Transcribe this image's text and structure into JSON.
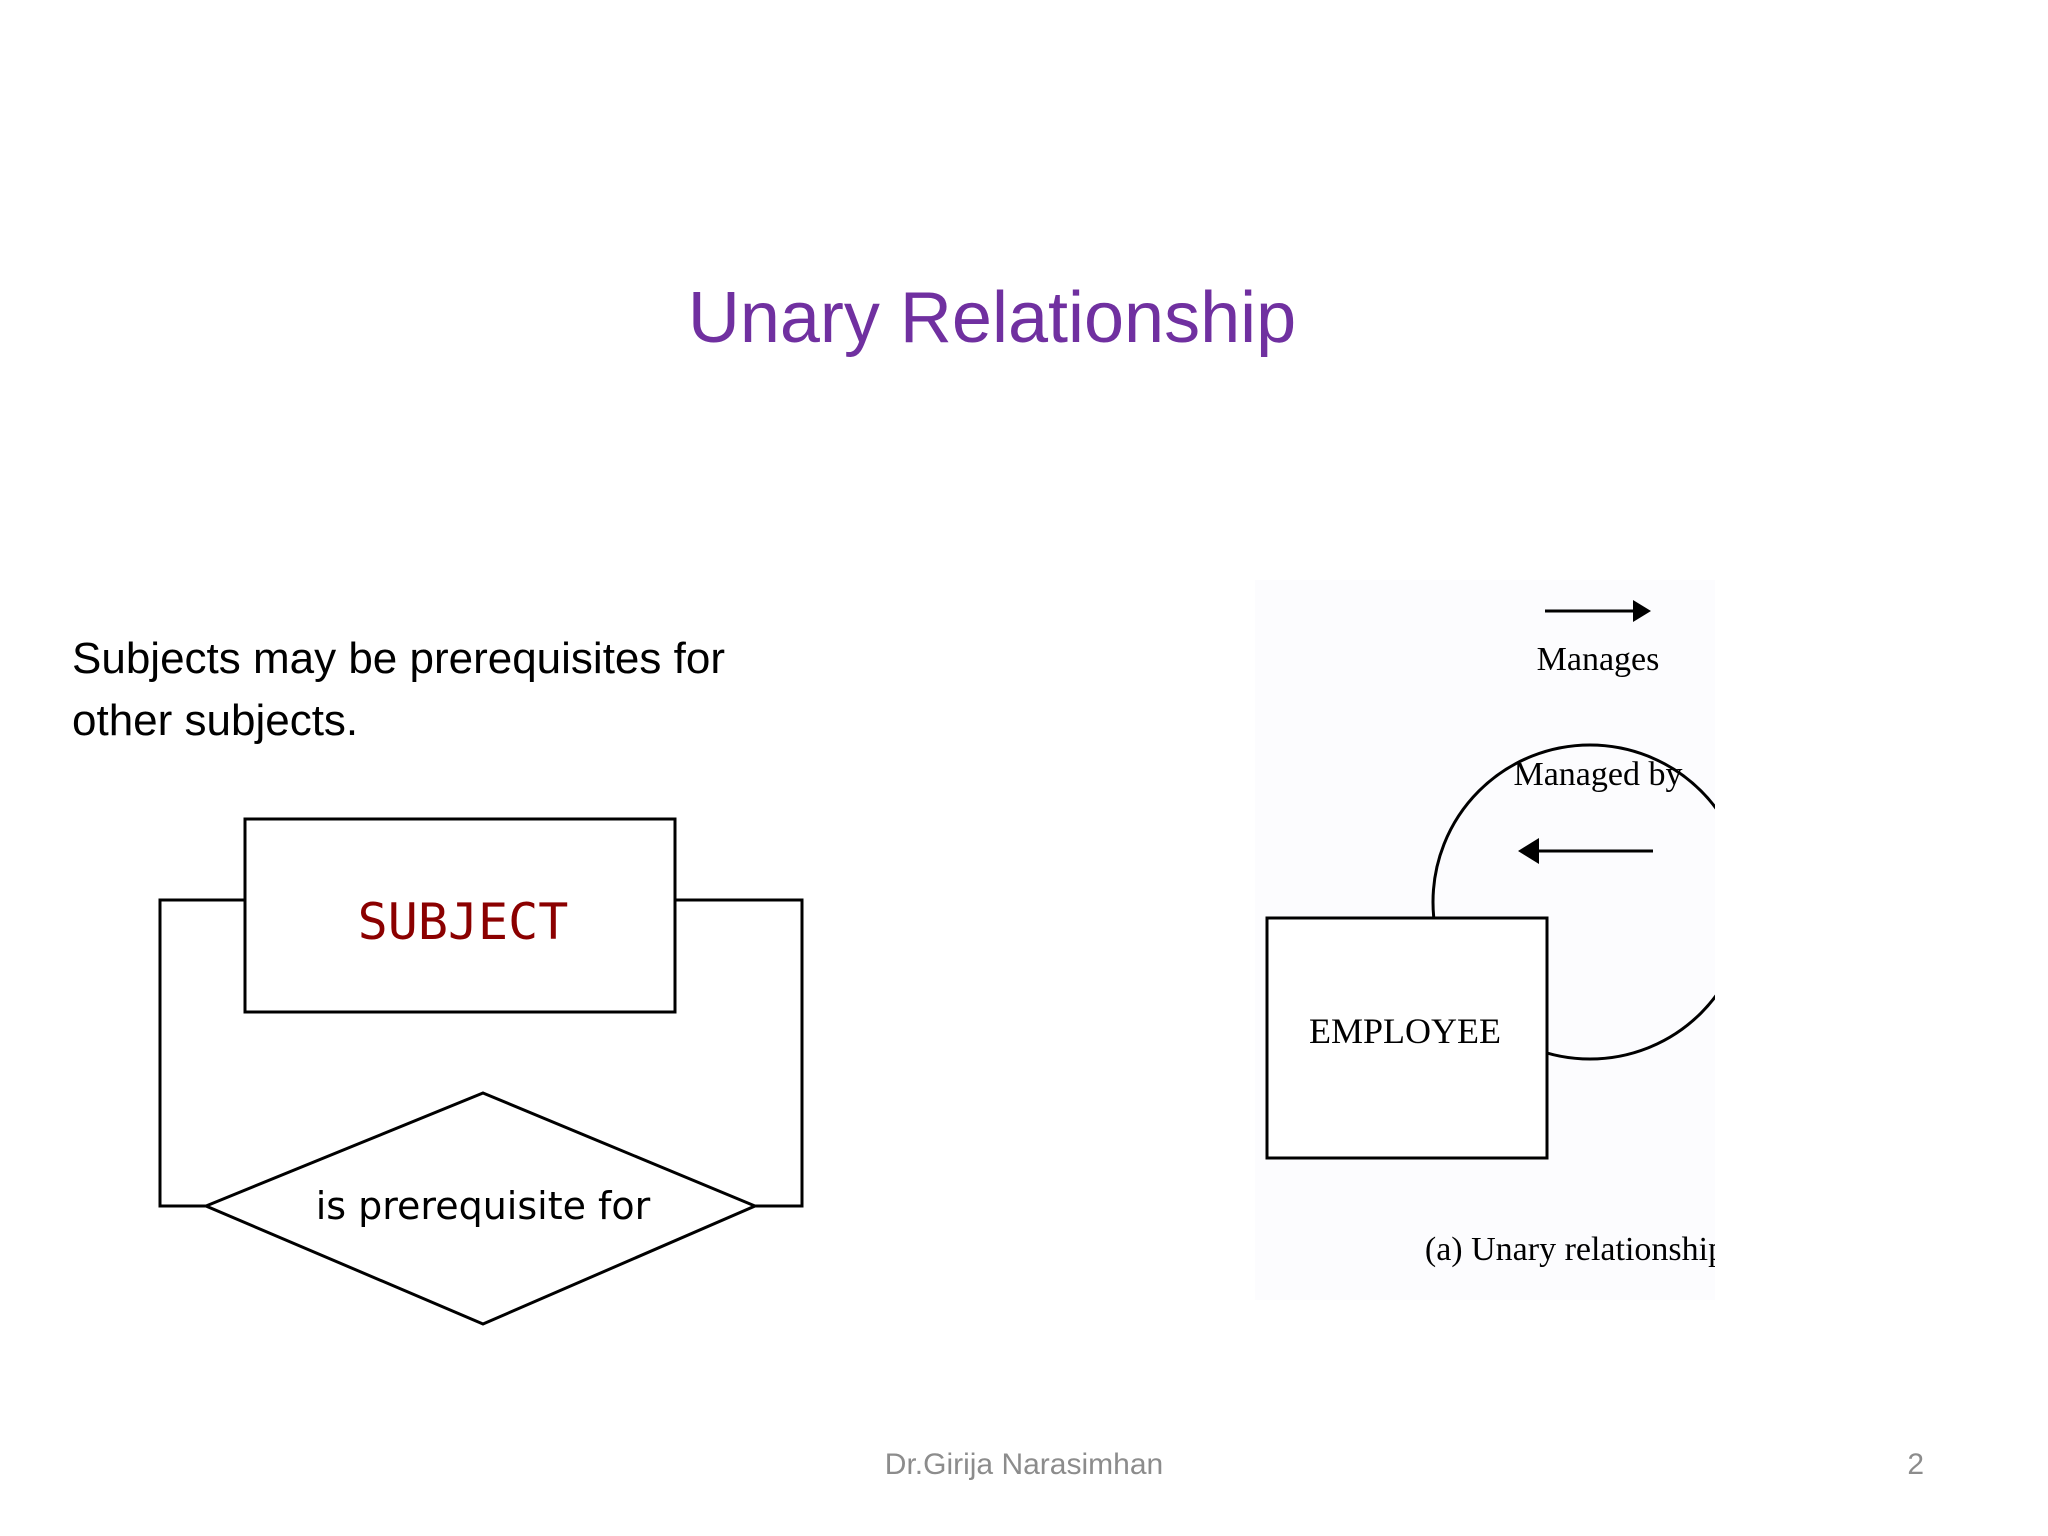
{
  "slide": {
    "title": "Unary Relationship",
    "body_text": "Subjects may be prerequisites for other subjects.",
    "footer_author": "Dr.Girija Narasimhan",
    "page_number": "2"
  },
  "left_diagram": {
    "entity_label": "SUBJECT",
    "relationship_label": "is prerequisite for",
    "entity_text_color": "#8B0000"
  },
  "right_diagram": {
    "entity_label": "EMPLOYEE",
    "role_top": "Manages",
    "role_bottom": "Managed by",
    "caption": "(a) Unary relationship"
  },
  "colors": {
    "title": "#7030A0",
    "text": "#000000",
    "footer": "#8C8C8C"
  },
  "icons": {
    "arrow_right": "arrow-right-icon",
    "arrow_left": "arrow-left-icon"
  }
}
